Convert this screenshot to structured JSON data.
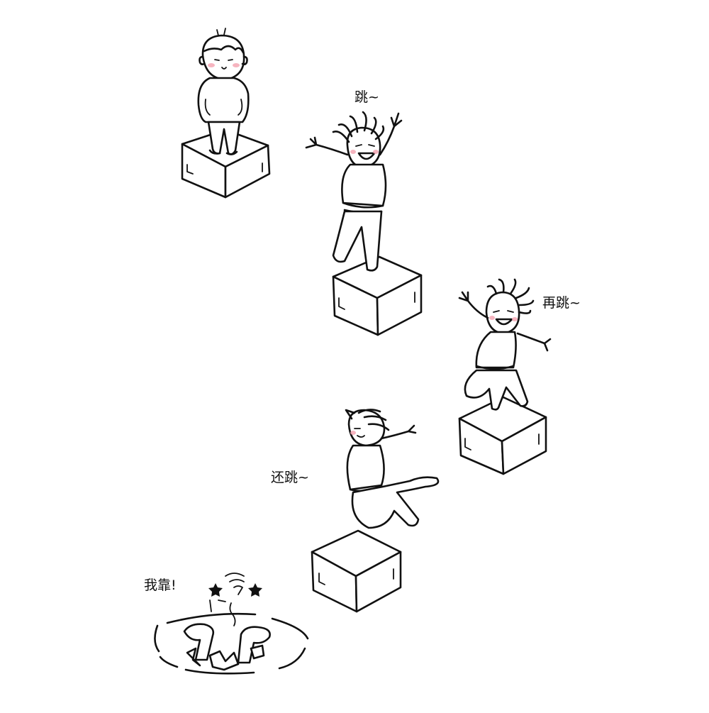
{
  "captions": {
    "jump": "跳~",
    "jump_again": "再跳~",
    "jump_still": "还跳~",
    "ouch": "我靠!"
  },
  "colors": {
    "ink": "#111111",
    "blush": "#f4a7b4",
    "background": "#ffffff"
  }
}
